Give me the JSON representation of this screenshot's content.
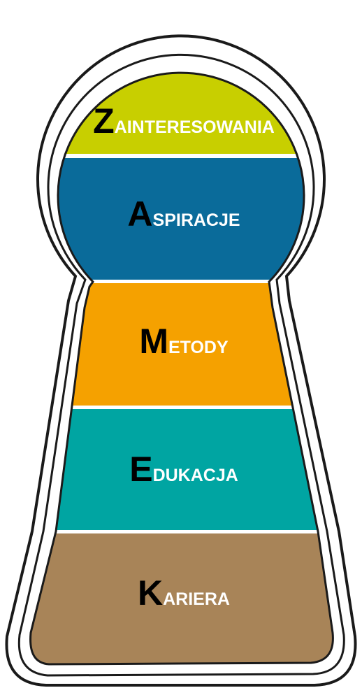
{
  "bands": [
    {
      "initial": "Z",
      "rest": "AINTERESOWANIA",
      "color": "#c8cf00"
    },
    {
      "initial": "A",
      "rest": "SPIRACJE",
      "color": "#0a6b9a"
    },
    {
      "initial": "M",
      "rest": "ETODY",
      "color": "#f5a100"
    },
    {
      "initial": "E",
      "rest": "DUKACJA",
      "color": "#00a5a2"
    },
    {
      "initial": "K",
      "rest": "ARIERA",
      "color": "#a88458"
    }
  ],
  "outline_color": "#1a1a1a"
}
